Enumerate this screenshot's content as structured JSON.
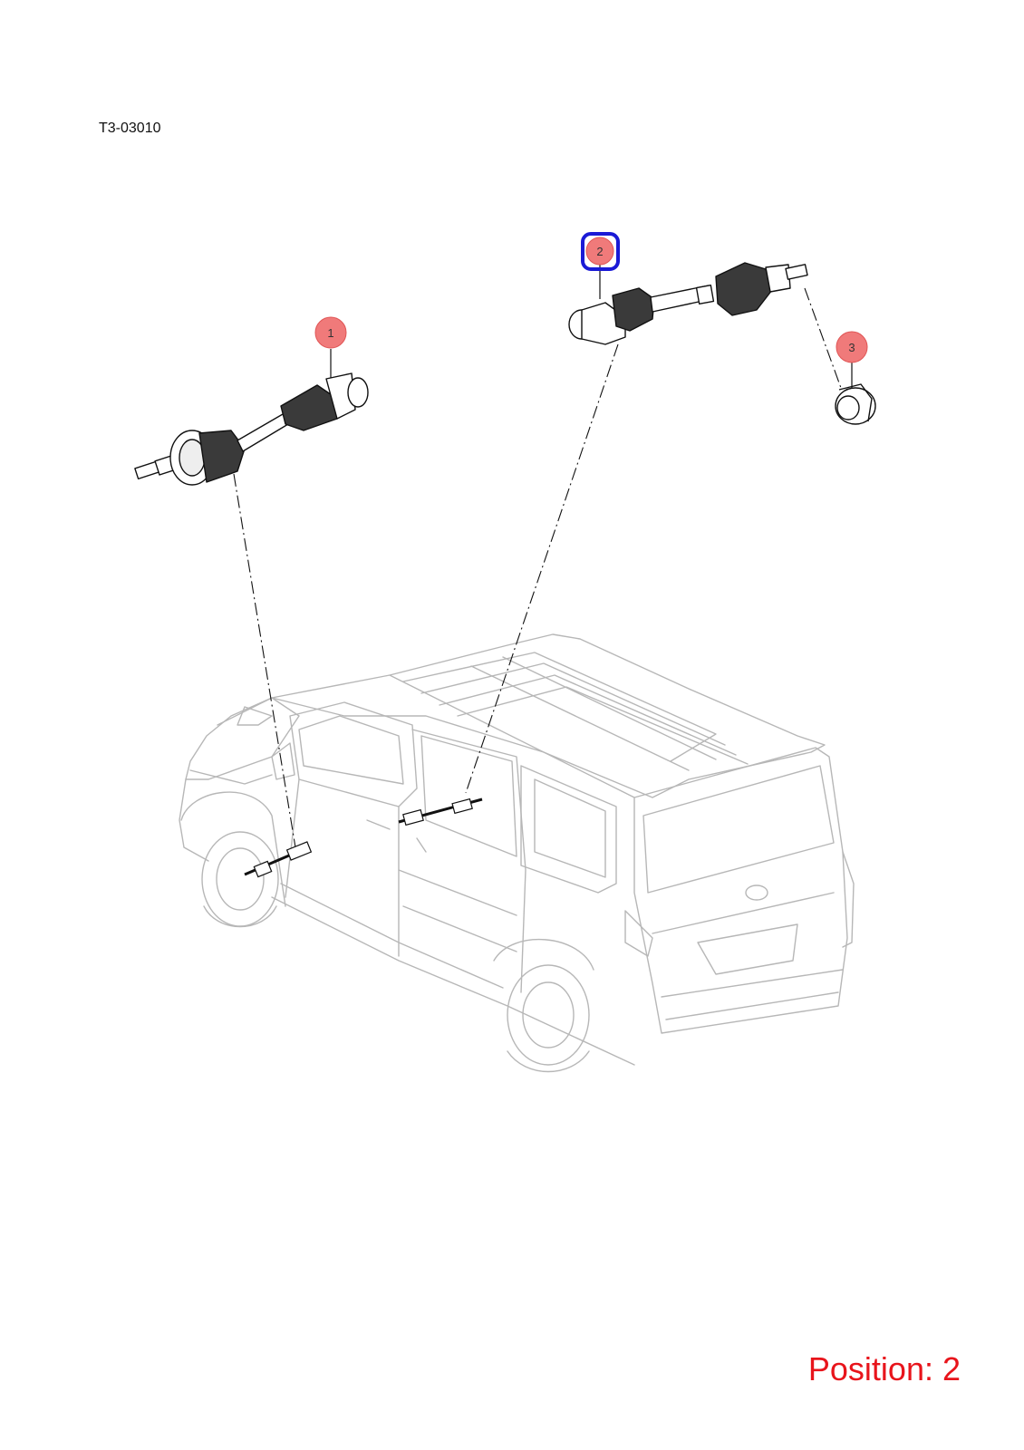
{
  "diagram_code": "T3-03010",
  "position_label": "Position: 2",
  "selected_callout": "2",
  "colors": {
    "callout_fill": "#f07a7a",
    "callout_stroke": "#e05555",
    "highlight": "#1a1ad6",
    "position_text": "#e8141b",
    "van_line": "#b7b7b7"
  },
  "callouts": [
    {
      "id": "1",
      "label": "1"
    },
    {
      "id": "2",
      "label": "2"
    },
    {
      "id": "3",
      "label": "3"
    }
  ]
}
